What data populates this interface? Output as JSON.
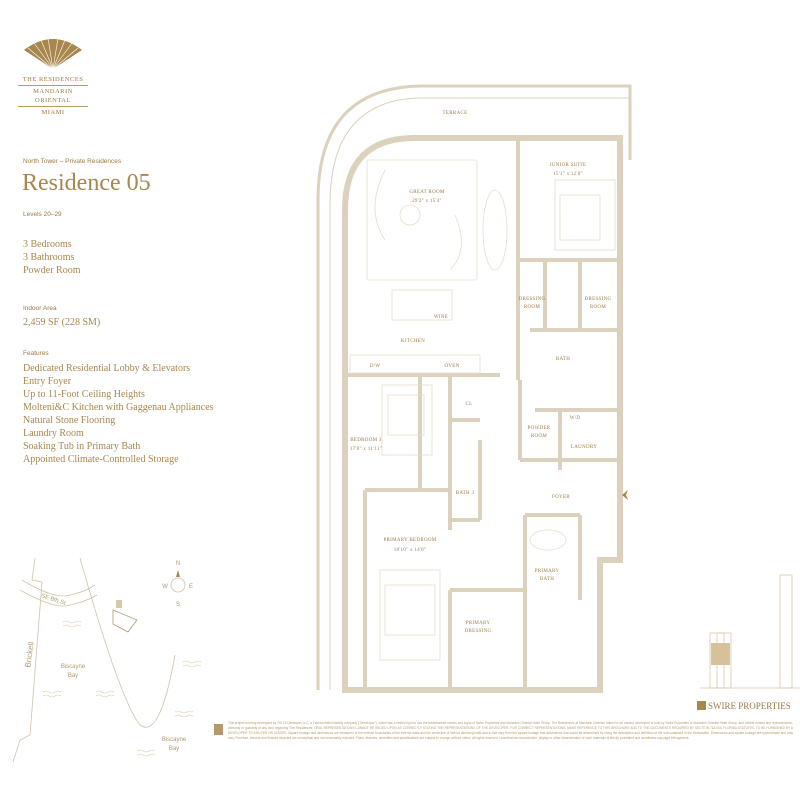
{
  "brand": {
    "line1": "THE RESIDENCES",
    "line2": "MANDARIN ORIENTAL",
    "line3": "MIAMI"
  },
  "info": {
    "tower": "North Tower – Private Residences",
    "title": "Residence 05",
    "levels": "Levels 20–29",
    "rooms": [
      "3 Bedrooms",
      "3 Bathrooms",
      "Powder Room"
    ],
    "area_label": "Indoor Area",
    "area_value": "2,459 SF (228 SM)",
    "features_label": "Features",
    "features": [
      "Dedicated Residential Lobby & Elevators",
      "Entry Foyer",
      "Up to 11-Foot Ceiling Heights",
      "Molteni&C Kitchen with Gaggenau Appliances",
      "Natural Stone Flooring",
      "Laundry Room",
      "Soaking Tub in Primary Bath",
      "Appointed Climate-Controlled Storage"
    ]
  },
  "plan": {
    "terrace": "TERRACE",
    "great_room": "GREAT ROOM",
    "great_room_dim": "29'2\" x 15'4\"",
    "junior_suite": "JUNIOR SUITE",
    "junior_suite_dim": "15'1\" x 12'0\"",
    "dressing": "DRESSING",
    "room": "ROOM",
    "wine": "WINE",
    "kitchen": "KITCHEN",
    "dw": "D/W",
    "oven": "OVEN",
    "bath": "BATH",
    "cl": "CL",
    "bedroom3": "BEDROOM 3",
    "bedroom3_dim": "17'0\" x 11'11\"",
    "powder": "POWDER",
    "wd": "W/D",
    "laundry": "LAUNDRY",
    "bath3": "BATH 3",
    "foyer": "FOYER",
    "primary_bedroom": "PRIMARY BEDROOM",
    "primary_bedroom_dim": "18'10\" x 14'0\"",
    "primary": "PRIMARY",
    "primary_bath": "BATH",
    "primary_dressing": "DRESSING"
  },
  "map": {
    "street": "SE 8th St",
    "avenue": "Brickell",
    "bay": [
      "Biscayne",
      "Bay"
    ],
    "compass": {
      "n": "N",
      "s": "S",
      "e": "E",
      "w": "W"
    }
  },
  "developer": "SWIRE PROPERTIES",
  "disclaimer": "This project is being developed by OD 13 Developer LLC, a Florida limited liability company (\"Developer\"), which has a limited right to use the trademarked names and logos of Swire Properties and Mandarin Oriental Hotel Group. The Residences at Mandarin Oriental, Miami is not owned, developed or sold by Swire Properties or Mandarin Oriental Hotel Group, and neither makes any representation, warranty or guaranty of any kind regarding The Residences. ORAL REPRESENTATIONS CANNOT BE RELIED UPON AS CORRECTLY STATING THE REPRESENTATIONS OF THE DEVELOPER. FOR CORRECT REPRESENTATIONS, MAKE REFERENCE TO THIS BROCHURE AND TO THE DOCUMENTS REQUIRED BY SECTION 718.503, FLORIDA STATUTES, TO BE FURNISHED BY A DEVELOPER TO A BUYER OR LESSEE. Square footage and dimensions are measured to the exterior boundaries of the exterior walls and the centerline of interior demising walls and in fact vary from the square footage and dimensions that would be determined by using the description and definition of the unit contained in the Declaration. Dimensions and square footage are approximate and may vary. Furniture, fixtures and finishes depicted are conceptual and not necessarily included. Plans, features, amenities and specifications are subject to change without notice. All rights reserved. Unauthorized reproduction, display or other dissemination of such materials is strictly prohibited and constitutes copyright infringement."
}
